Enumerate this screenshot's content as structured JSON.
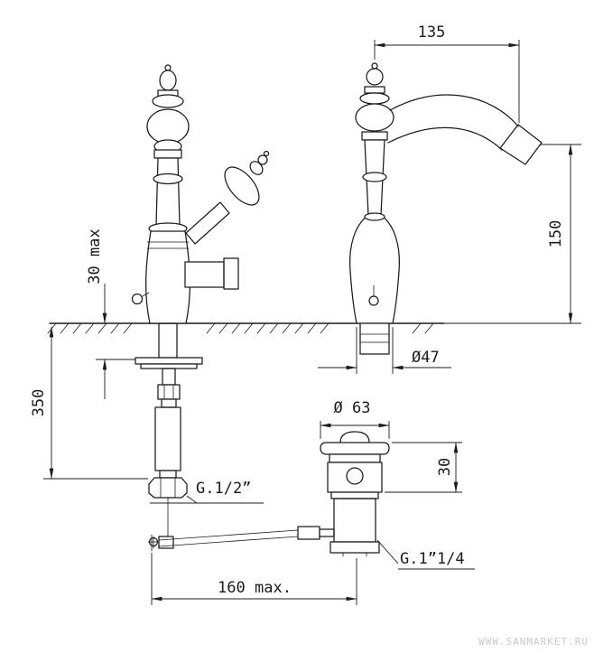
{
  "page": {
    "background": "#ffffff",
    "line_color": "#1b1b1b"
  },
  "drawing": {
    "kind": "technical-dimension-drawing",
    "subject": "classic basin faucet with pop-up drain",
    "labels": {
      "spout_reach": "135",
      "spout_height": "150",
      "deck_thickness": "30 max",
      "below_deck_height": "350",
      "base_diameter": "Ø47",
      "drain_flange_diameter": "Ø 63",
      "drain_body_height": "30",
      "supply_thread": "G.1/2”",
      "drain_thread": "G.1”1/4",
      "rod_reach": "160 max."
    },
    "watermark": "WWW.SANMARKET.RU"
  }
}
